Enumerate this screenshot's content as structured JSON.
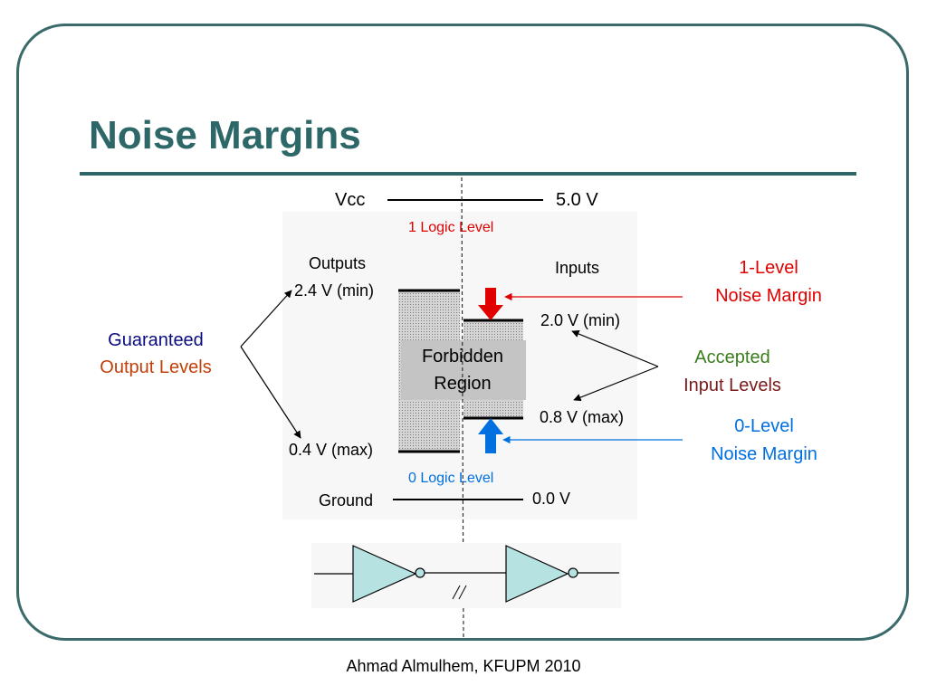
{
  "slide": {
    "title": "Noise Margins",
    "footer": "Ahmad Almulhem, KFUPM 2010"
  },
  "diagram": {
    "vcc_label": "Vcc",
    "vcc_value": "5.0 V",
    "logic_level_1": "1 Logic Level",
    "outputs_label": "Outputs",
    "inputs_label": "Inputs",
    "voh_min": "2.4 V (min)",
    "vol_max": "0.4 V (max)",
    "vih_min": "2.0 V (min)",
    "vil_max": "0.8 V (max)",
    "forbidden_line1": "Forbidden",
    "forbidden_line2": "Region",
    "logic_level_0": "0 Logic Level",
    "ground_label": "Ground",
    "ground_value": "0.0 V",
    "guaranteed_line1": "Guaranteed",
    "guaranteed_line2": "Output Levels",
    "accepted_line1": "Accepted",
    "accepted_line2": "Input Levels",
    "nm1_line1": "1-Level",
    "nm1_line2": "Noise Margin",
    "nm0_line1": "0-Level",
    "nm0_line2": "Noise Margin"
  },
  "colors": {
    "title": "#2e6767",
    "noise_margin_1": "#e00000",
    "noise_margin_0": "#0070e0",
    "guaranteed": "#0b0b80",
    "output_levels": "#c0400a",
    "accepted": "#3b7d1e",
    "input_levels": "#7a1a1a",
    "gate_fill": "#b7e2e2"
  }
}
